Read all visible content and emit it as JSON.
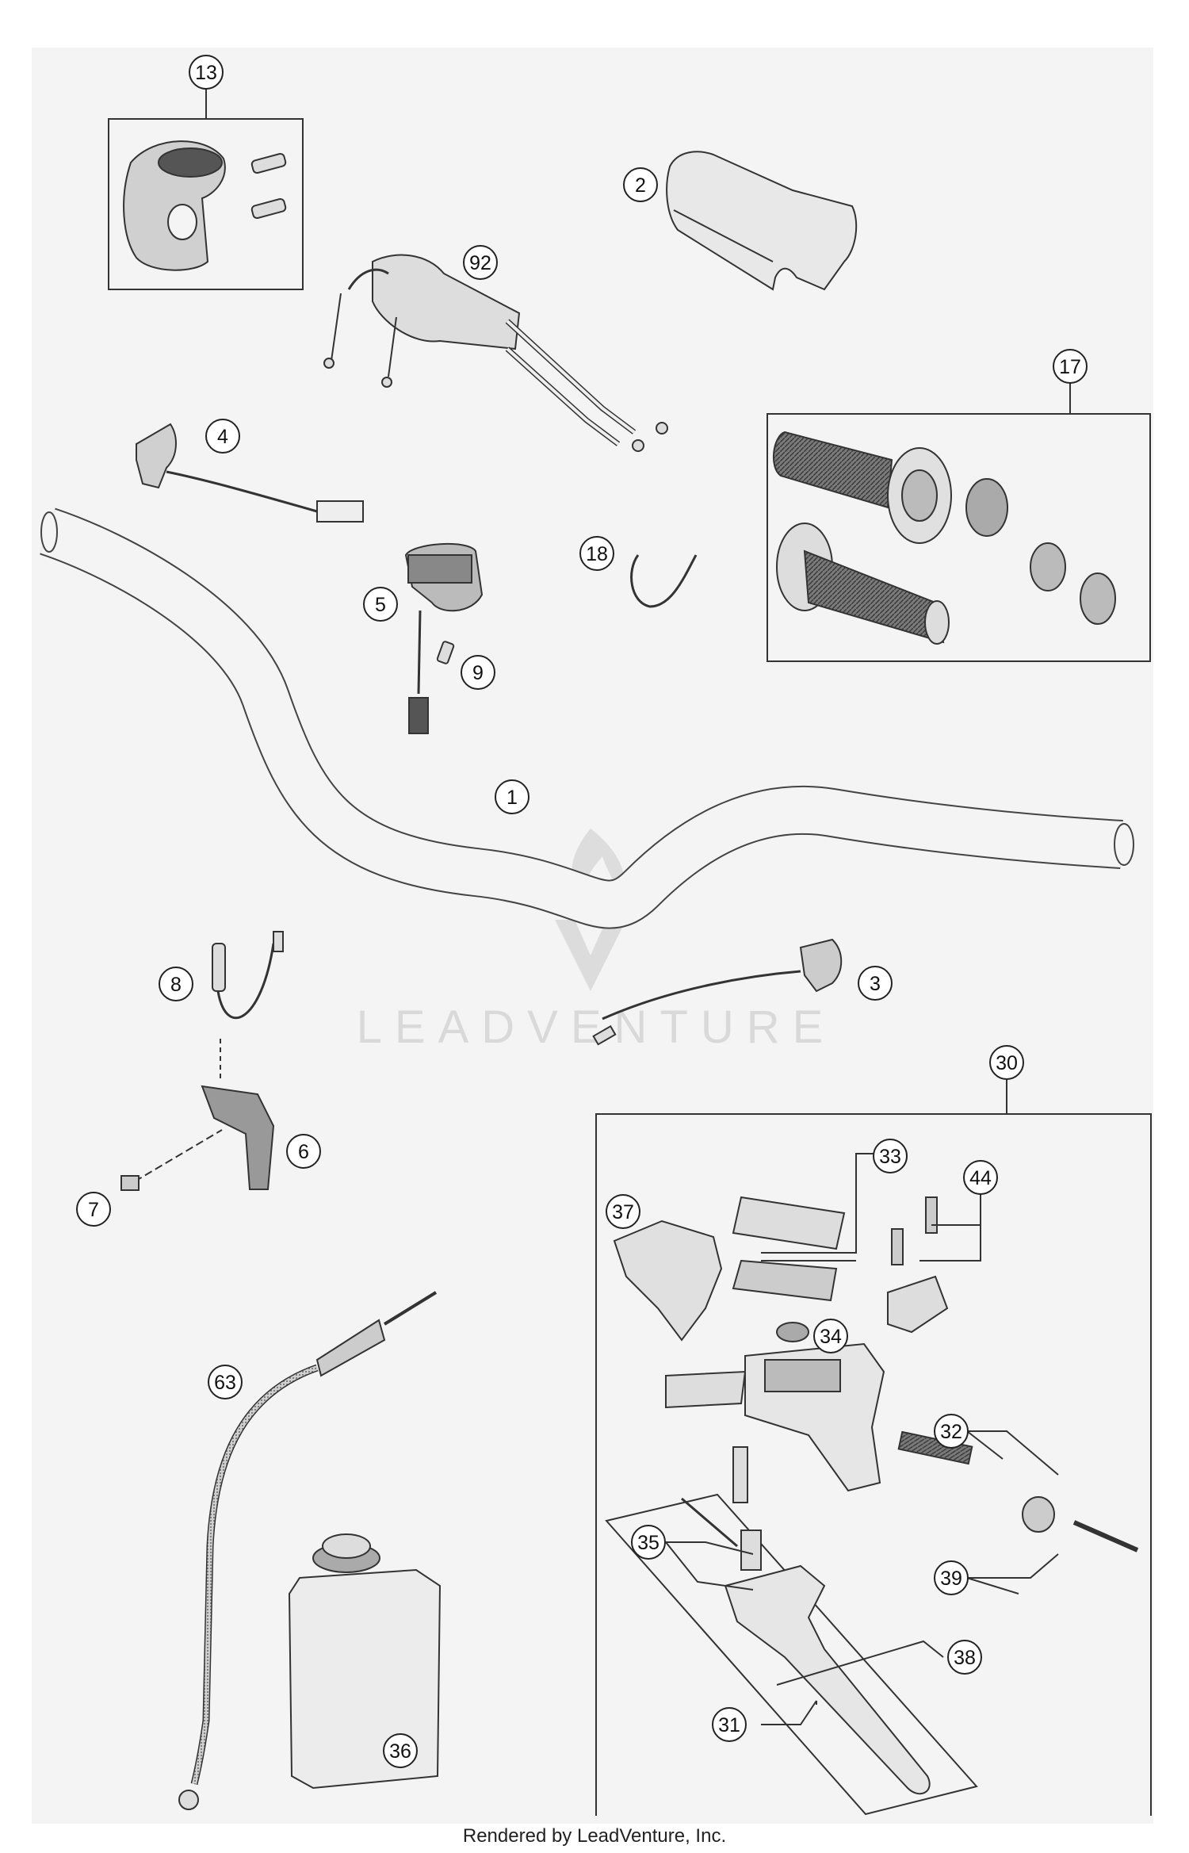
{
  "diagram": {
    "watermark": "LEADVENTURE",
    "footer": "Rendered by LeadVenture, Inc.",
    "callouts": [
      {
        "id": "c1",
        "label": "1"
      },
      {
        "id": "c2",
        "label": "2"
      },
      {
        "id": "c3",
        "label": "3"
      },
      {
        "id": "c4",
        "label": "4"
      },
      {
        "id": "c5",
        "label": "5"
      },
      {
        "id": "c6",
        "label": "6"
      },
      {
        "id": "c7",
        "label": "7"
      },
      {
        "id": "c8",
        "label": "8"
      },
      {
        "id": "c9",
        "label": "9"
      },
      {
        "id": "c13",
        "label": "13"
      },
      {
        "id": "c17",
        "label": "17"
      },
      {
        "id": "c18",
        "label": "18"
      },
      {
        "id": "c30",
        "label": "30"
      },
      {
        "id": "c31",
        "label": "31"
      },
      {
        "id": "c32",
        "label": "32"
      },
      {
        "id": "c33",
        "label": "33"
      },
      {
        "id": "c34",
        "label": "34"
      },
      {
        "id": "c35",
        "label": "35"
      },
      {
        "id": "c36",
        "label": "36"
      },
      {
        "id": "c37",
        "label": "37"
      },
      {
        "id": "c38",
        "label": "38"
      },
      {
        "id": "c39",
        "label": "39"
      },
      {
        "id": "c44",
        "label": "44"
      },
      {
        "id": "c63",
        "label": "63"
      },
      {
        "id": "c92",
        "label": "92"
      }
    ],
    "colors": {
      "line": "#333333",
      "part_fill": "#e6e6e6",
      "dark_part": "#555555",
      "sheet": "#f4f4f4"
    }
  }
}
